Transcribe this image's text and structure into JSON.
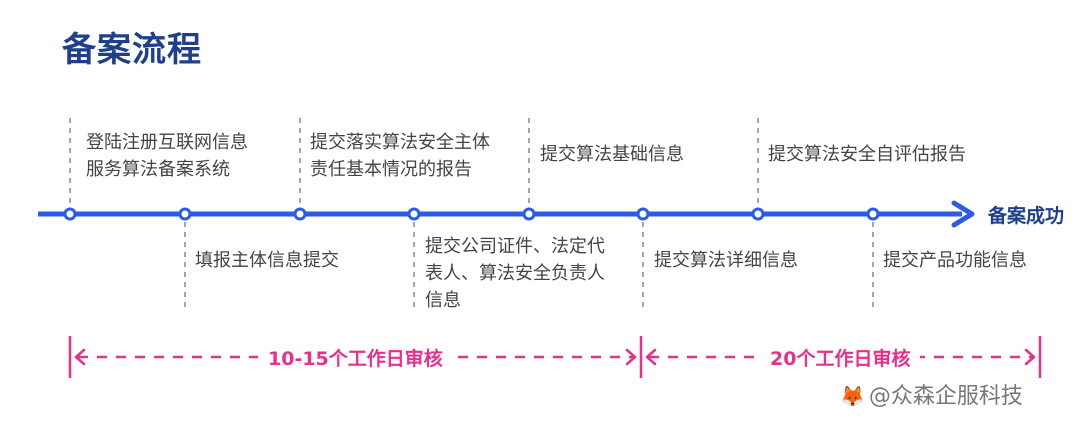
{
  "title": "备案流程",
  "end_label": "备案成功",
  "colors": {
    "timeline": "#2b5ce6",
    "title": "#1f3e8c",
    "phase": "#e8308a"
  },
  "steps_top": [
    {
      "lines": [
        "登陆注册互联网信息",
        "服务算法备案系统"
      ]
    },
    {
      "lines": [
        "提交落实算法安全主体",
        "责任基本情况的报告"
      ]
    },
    {
      "lines": [
        "提交算法基础信息"
      ]
    },
    {
      "lines": [
        "提交算法安全自评估报告"
      ]
    }
  ],
  "steps_bottom": [
    {
      "lines": [
        "填报主体信息提交"
      ]
    },
    {
      "lines": [
        "提交公司证件、法定代",
        "表人、算法安全负责人",
        "信息"
      ]
    },
    {
      "lines": [
        "提交算法详细信息"
      ]
    },
    {
      "lines": [
        "提交产品功能信息"
      ]
    }
  ],
  "phases": [
    {
      "label": "10-15个工作日审核"
    },
    {
      "label": "20个工作日审核"
    }
  ],
  "watermark": {
    "icon": "sohu-fox-icon",
    "text": "@众森企服科技"
  }
}
